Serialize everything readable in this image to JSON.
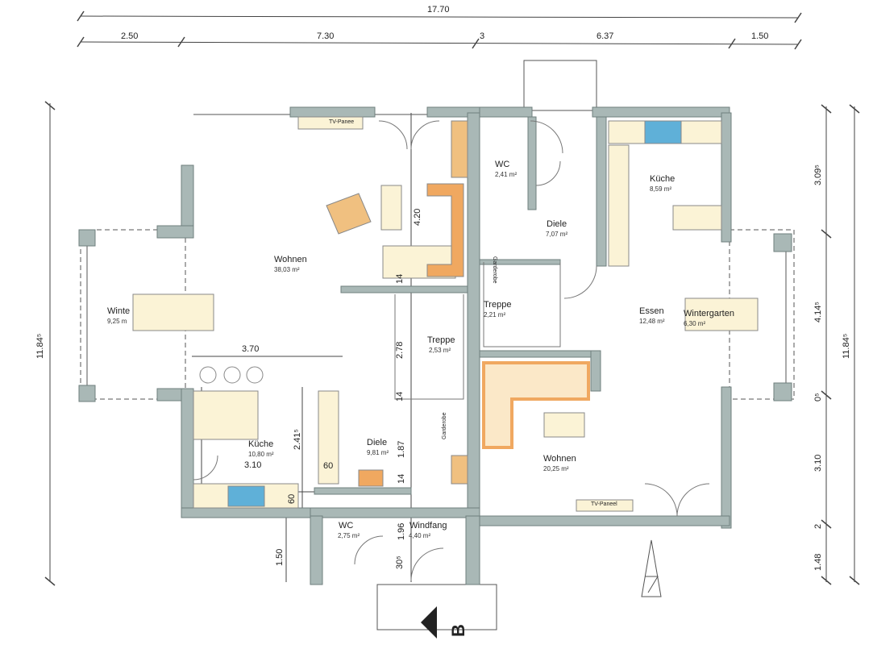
{
  "dimensions_top": {
    "total": "17.70",
    "segments": [
      "2.50",
      "7.30",
      "3",
      "6.37",
      "1.50"
    ]
  },
  "dimensions_left": {
    "total": "11.84⁵"
  },
  "dimensions_right": {
    "segments": [
      "3.09⁵",
      "4.14⁵",
      "0⁵",
      "3.10",
      "2",
      "1.48"
    ],
    "total": "11.84⁵"
  },
  "inner_dimensions": {
    "d370": "3.70",
    "d420": "4.20",
    "d14a": "14",
    "d278": "2.78",
    "d14b": "14",
    "d2415": "2.41⁵",
    "d187": "1.87",
    "d310": "3.10",
    "d60a": "60",
    "d14c": "14",
    "d60b": "60",
    "d196": "1.96",
    "d150": "1.50",
    "d305": "30⁵"
  },
  "rooms": {
    "wohnen_left": {
      "name": "Wohnen",
      "area": "38,03 m²"
    },
    "winter_left": {
      "name": "Winte",
      "area": "9,25 m"
    },
    "treppe_left": {
      "name": "Treppe",
      "area": "2,53 m²"
    },
    "kueche_left": {
      "name": "Küche",
      "area": "10,80 m²"
    },
    "diele_left": {
      "name": "Diele",
      "area": "9,81 m²"
    },
    "wc_left": {
      "name": "WC",
      "area": "2,75 m²"
    },
    "windfang": {
      "name": "Windfang",
      "area": "4,40 m²"
    },
    "wc_right": {
      "name": "WC",
      "area": "2,41 m²"
    },
    "kueche_right": {
      "name": "Küche",
      "area": "8,59 m²"
    },
    "diele_right": {
      "name": "Diele",
      "area": "7,07 m²"
    },
    "treppe_right": {
      "name": "Treppe",
      "area": "2,21 m²"
    },
    "essen": {
      "name": "Essen",
      "area": "12,48 m²"
    },
    "winter_right": {
      "name": "Wintergarten",
      "area": "6,30 m²"
    },
    "wohnen_right": {
      "name": "Wohnen",
      "area": "20,25 m²"
    }
  },
  "fixtures": {
    "tv_left": "TV-Panee",
    "tv_right": "TV-Paneel",
    "garderobe": "Garderobe"
  },
  "section_marker": "B",
  "colors": {
    "wall": "#a9b8b6",
    "wall_stroke": "#6f7f7e",
    "sofa": "#f0a860",
    "furniture": "#fbf3d6",
    "sink": "#5fb0d8"
  }
}
